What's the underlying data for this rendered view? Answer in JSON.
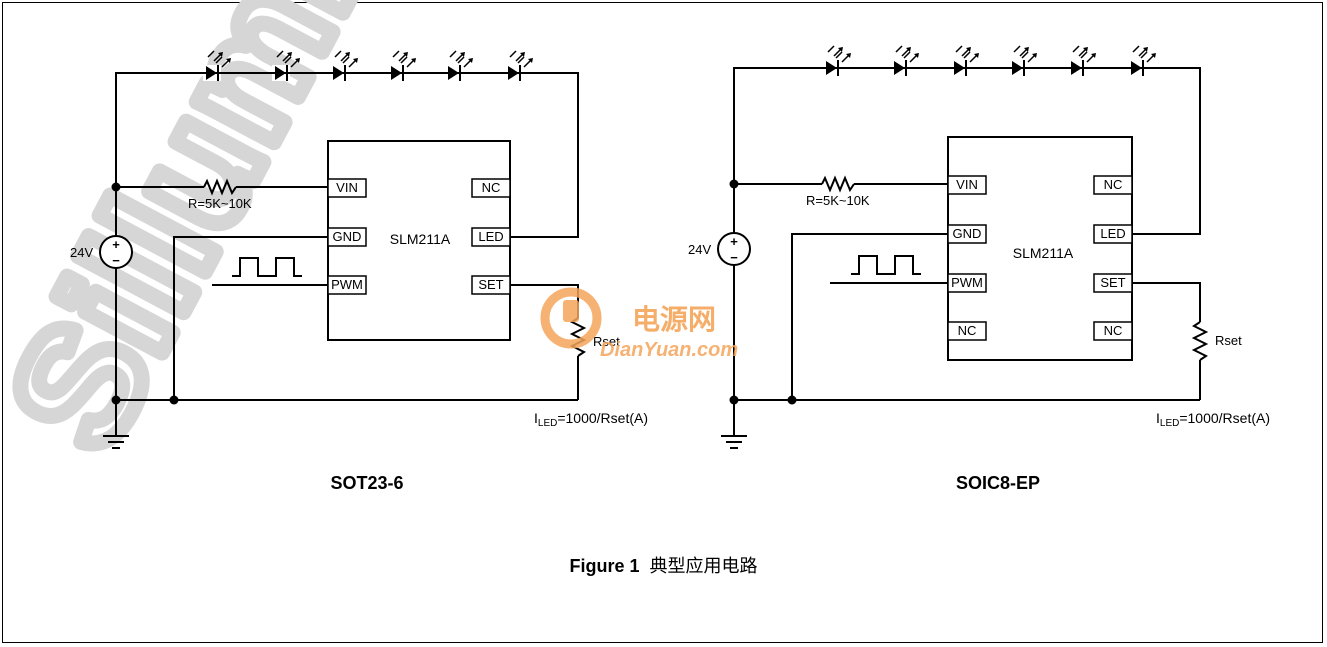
{
  "watermark": {
    "text": "Sillumin",
    "color": "#d9d9d9"
  },
  "logo": {
    "cn": "电源网",
    "en": "DianYuan.com",
    "color": "#f28a1e"
  },
  "circuits": [
    {
      "package": "SOT23-6",
      "chip": "SLM211A",
      "source": "24V",
      "plus": "+",
      "minus": "−",
      "resistor": "R=5K~10K",
      "rset": "Rset",
      "iled_prefix": "I",
      "iled_sub": "LED",
      "iled_suffix": "=1000/Rset(A)",
      "pins_left": [
        "VIN",
        "GND",
        "PWM"
      ],
      "pins_right": [
        "NC",
        "LED",
        "SET"
      ]
    },
    {
      "package": "SOIC8-EP",
      "chip": "SLM211A",
      "source": "24V",
      "plus": "+",
      "minus": "−",
      "resistor": "R=5K~10K",
      "rset": "Rset",
      "iled_prefix": "I",
      "iled_sub": "LED",
      "iled_suffix": "=1000/Rset(A)",
      "pins_left": [
        "VIN",
        "GND",
        "PWM",
        "NC"
      ],
      "pins_right": [
        "NC",
        "LED",
        "SET",
        "NC"
      ]
    }
  ],
  "caption": {
    "bold": "Figure 1",
    "text": "典型应用电路"
  }
}
